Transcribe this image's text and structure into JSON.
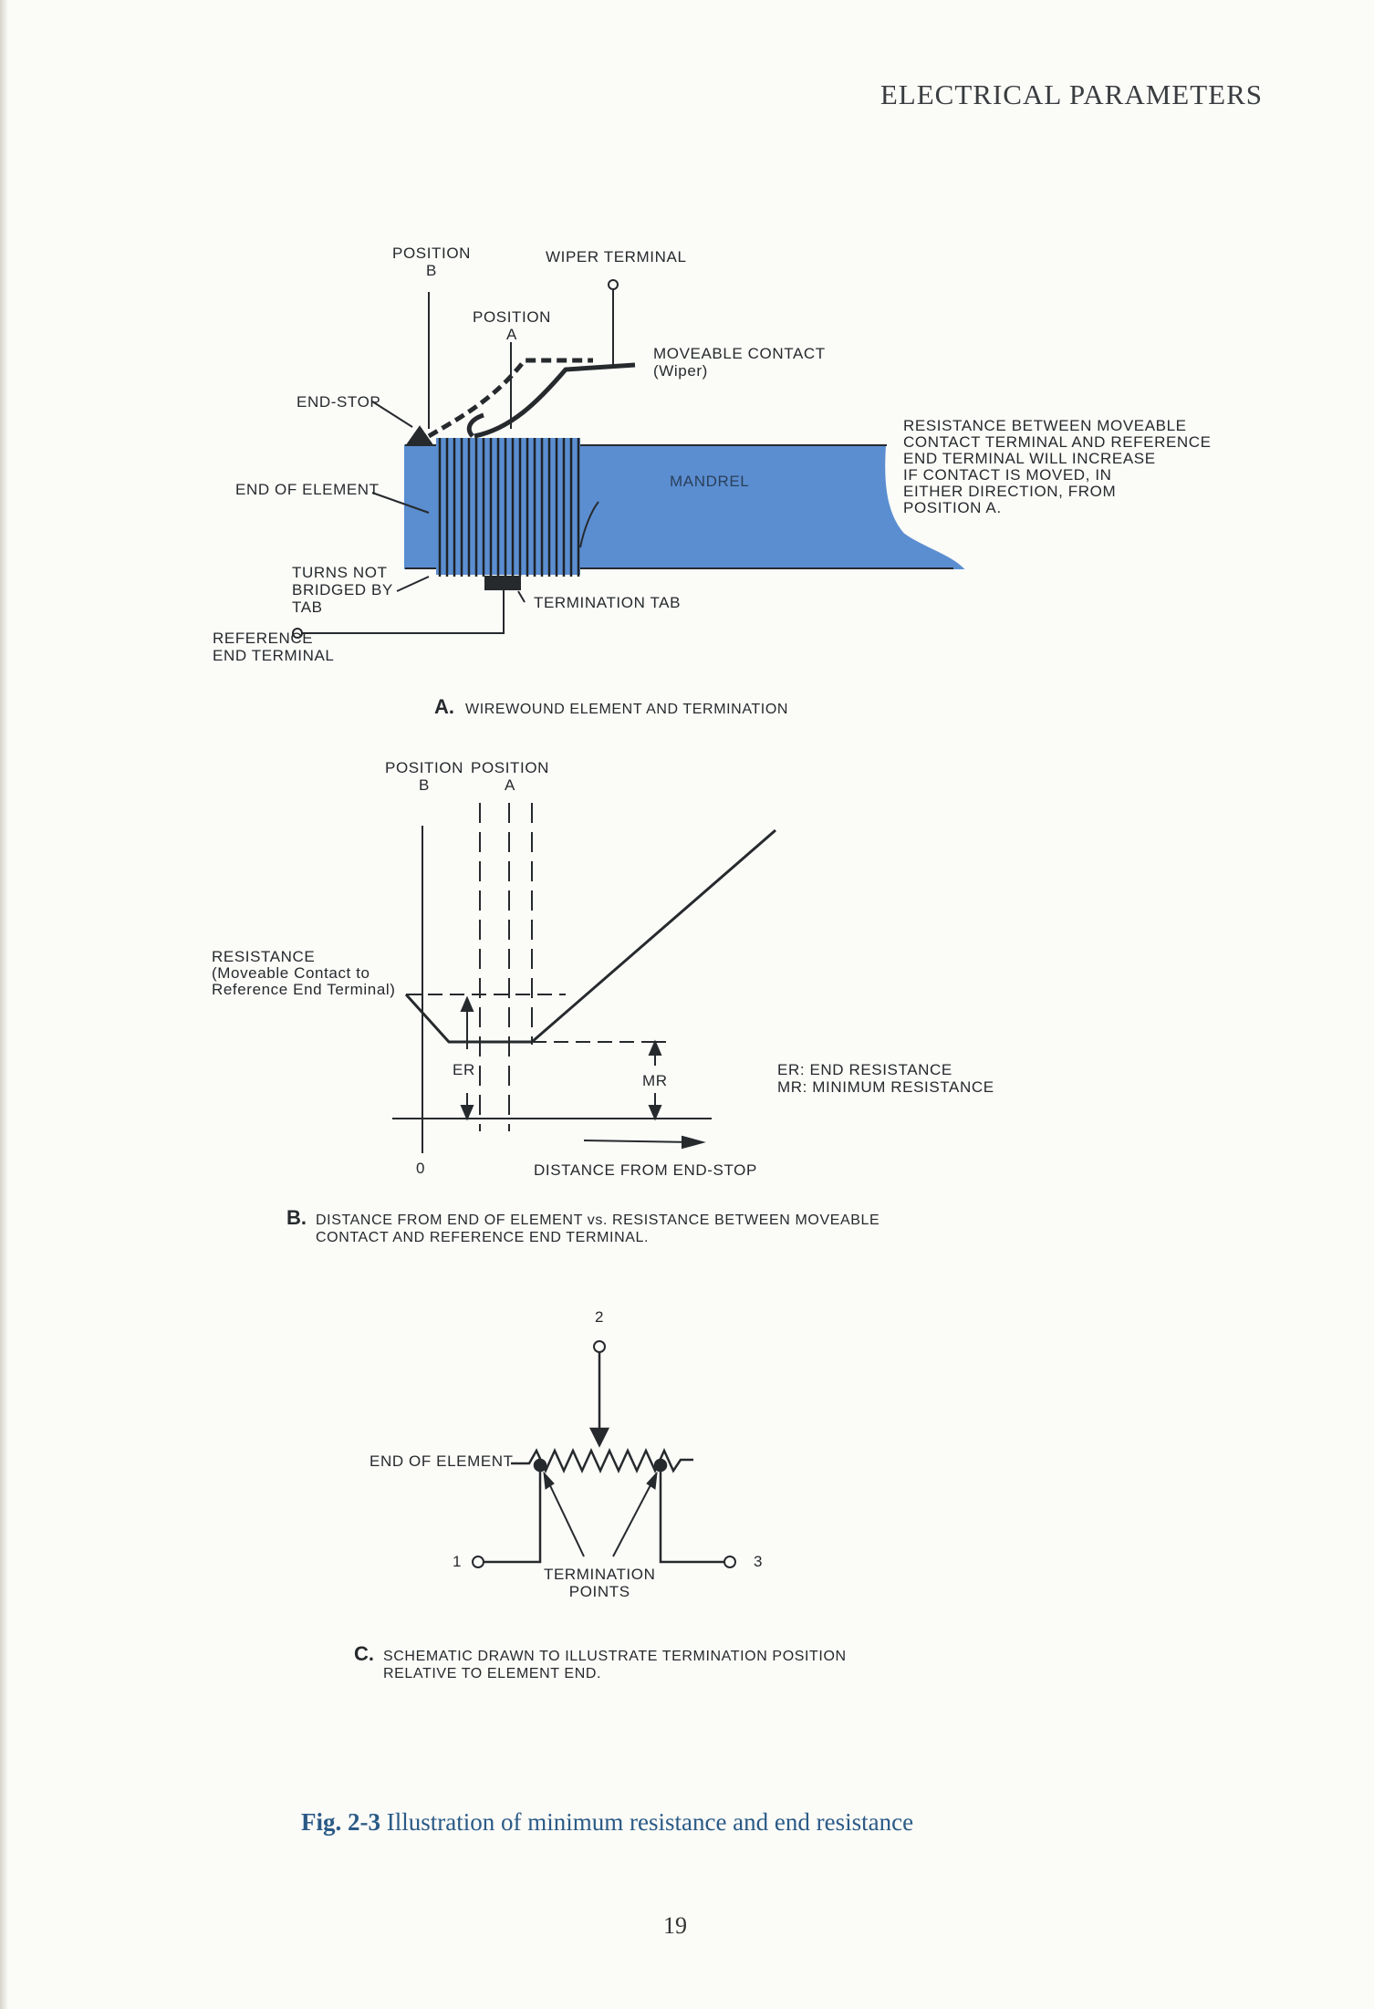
{
  "header": "ELECTRICAL PARAMETERS",
  "colors": {
    "mandrel": "#5b8ed1",
    "ink": "#262a2d",
    "caption_blue": "#2a5a86"
  },
  "figure_a": {
    "position_b": "POSITION\nB",
    "wiper_terminal": "WIPER TERMINAL",
    "position_a": "POSITION\nA",
    "moveable_contact": "MOVEABLE CONTACT\n(Wiper)",
    "end_stop": "END-STOP",
    "end_of_element": "END OF ELEMENT",
    "mandrel": "MANDREL",
    "note": "RESISTANCE BETWEEN MOVEABLE\nCONTACT TERMINAL AND REFERENCE\nEND TERMINAL WILL INCREASE\nIF CONTACT IS MOVED, IN\nEITHER DIRECTION, FROM\nPOSITION A.",
    "turns_not_bridged": "TURNS NOT\nBRIDGED BY\nTAB",
    "termination_tab": "TERMINATION TAB",
    "reference_end_terminal": "REFERENCE\nEND TERMINAL",
    "caption_letter": "A.",
    "caption": "WIREWOUND ELEMENT AND TERMINATION"
  },
  "figure_b": {
    "position_b": "POSITION\nB",
    "position_a": "POSITION\nA",
    "resistance": "RESISTANCE\n(Moveable Contact to\nReference End Terminal)",
    "er": "ER",
    "mr": "MR",
    "legend": "ER: END RESISTANCE\nMR: MINIMUM RESISTANCE",
    "origin": "0",
    "xlabel": "DISTANCE FROM END-STOP",
    "caption_letter": "B.",
    "caption": "DISTANCE FROM END OF ELEMENT vs. RESISTANCE BETWEEN MOVEABLE\nCONTACT AND REFERENCE END TERMINAL."
  },
  "figure_c": {
    "terminal_2": "2",
    "end_of_element": "END OF ELEMENT",
    "terminal_1": "1",
    "terminal_3": "3",
    "termination_points": "TERMINATION\nPOINTS",
    "caption_letter": "C.",
    "caption": "SCHEMATIC DRAWN TO ILLUSTRATE TERMINATION POSITION\nRELATIVE TO ELEMENT END."
  },
  "figure_caption": {
    "number": "Fig. 2-3",
    "text": "Illustration of minimum resistance and end resistance"
  },
  "page_number": "19"
}
